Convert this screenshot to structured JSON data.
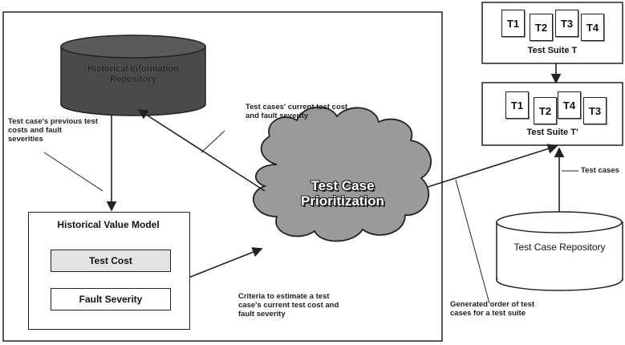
{
  "repository_top": {
    "label": "Historical Information Repository"
  },
  "hvm": {
    "title": "Historical Value Model",
    "item_cost": "Test Cost",
    "item_severity": "Fault Severity"
  },
  "cloud": {
    "label": "Test Case Prioritization"
  },
  "notes": {
    "previous": "Test case's previous test costs and fault severities",
    "current": "Test cases' current test cost and fault severity",
    "criteria": "Criteria to estimate a test case's current test cost and fault severity",
    "generated": "Generated order of test cases for a test suite",
    "test_cases": "Test cases"
  },
  "suite_t": {
    "caption": "Test Suite T",
    "cards": [
      "T1",
      "T2",
      "T3",
      "T4"
    ]
  },
  "suite_tp": {
    "caption": "Test Suite T'",
    "cards": [
      "T1",
      "T2",
      "T4",
      "T3"
    ]
  },
  "repository_bottom": {
    "label": "Test Case Repository"
  },
  "colors": {
    "db_dark": "#4a4a4a",
    "cloud": "#9a9a9a",
    "stroke": "#222222"
  }
}
